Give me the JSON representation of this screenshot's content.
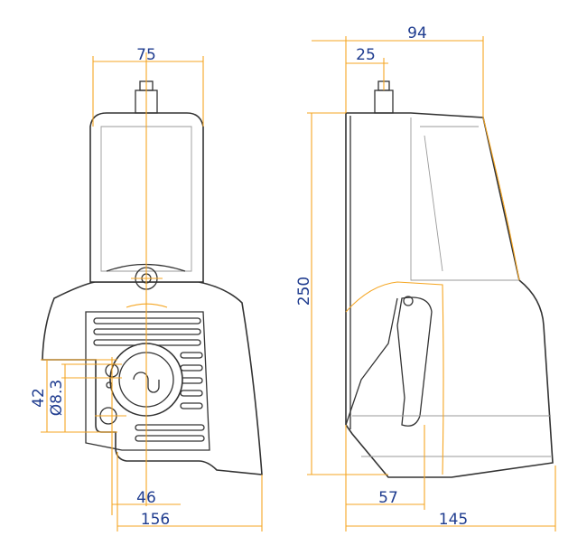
{
  "colors": {
    "dimension_line": "#f5a623",
    "dimension_text": "#1f3c8f",
    "outline": "#333333"
  },
  "front_view": {
    "dims": {
      "top_width": "75",
      "hole_spacing": "46",
      "overall_width": "156",
      "hole_vertical": "42",
      "hole_diameter": "Ø8.3"
    }
  },
  "side_view": {
    "dims": {
      "overall_depth_top": "94",
      "connector_offset": "25",
      "height": "250",
      "pedal_offset": "57",
      "overall_depth": "145"
    }
  }
}
